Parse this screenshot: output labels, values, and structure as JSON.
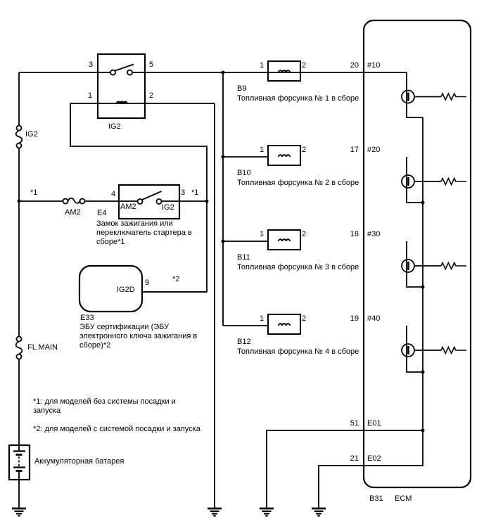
{
  "colors": {
    "line": "#000000",
    "background": "#ffffff"
  },
  "relay": {
    "name": "IG2",
    "pin3": "3",
    "pin5": "5",
    "pin1": "1",
    "pin2": "2"
  },
  "fuses": {
    "ig2": "IG2",
    "am2": "AM2",
    "fl_main": "FL MAIN"
  },
  "ignition_switch": {
    "code": "E4",
    "pin4": "4",
    "pin3": "3",
    "contact_am2": "AM2",
    "contact_ig2": "IG2",
    "note_left": "*1",
    "note_right": "*1",
    "description": "Замок зажигания или переключатель стартера в сборе*1"
  },
  "cert_ecu": {
    "code": "E33",
    "terminal": "IG2D",
    "pin9": "9",
    "note": "*2",
    "description": "ЭБУ сертификации (ЭБУ электронного ключа зажигания в сборе)*2"
  },
  "injectors": [
    {
      "code": "B9",
      "pin1": "1",
      "pin2": "2",
      "ecm_pin": "20",
      "ecm_pin_name": "#10",
      "description": "Топливная форсунка № 1 в сборе"
    },
    {
      "code": "B10",
      "pin1": "1",
      "pin2": "2",
      "ecm_pin": "17",
      "ecm_pin_name": "#20",
      "description": "Топливная форсунка № 2 в сборе"
    },
    {
      "code": "B11",
      "pin1": "1",
      "pin2": "2",
      "ecm_pin": "18",
      "ecm_pin_name": "#30",
      "description": "Топливная форсунка № 3 в сборе"
    },
    {
      "code": "B12",
      "pin1": "1",
      "pin2": "2",
      "ecm_pin": "19",
      "ecm_pin_name": "#40",
      "description": "Топливная форсунка № 4 в сборе"
    }
  ],
  "ecm": {
    "code": "B31",
    "name": "ECM",
    "ground_pins": [
      {
        "number": "51",
        "name": "E01"
      },
      {
        "number": "21",
        "name": "E02"
      }
    ]
  },
  "battery": {
    "label": "Аккумуляторная батарея"
  },
  "notes": {
    "star1": "*1: для моделей без системы посадки и запуска",
    "star2": "*2: для моделей с системой посадки и запуска"
  }
}
